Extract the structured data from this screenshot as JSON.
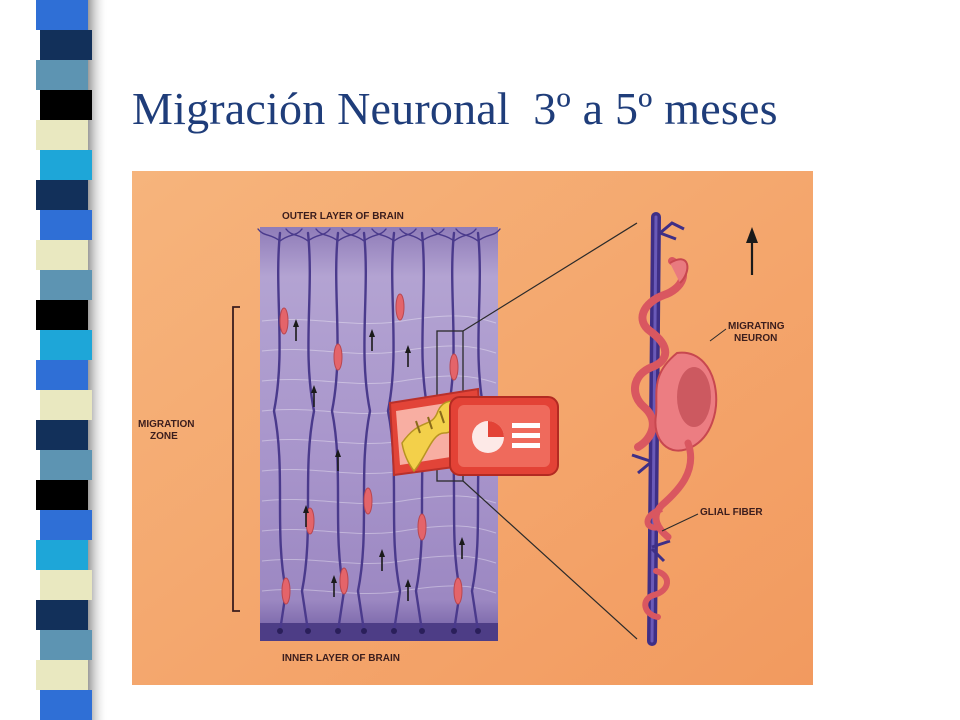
{
  "slide": {
    "title": "Migración Neuronal  3º a 5º meses"
  },
  "figure": {
    "labels": {
      "outer_layer": "OUTER LAYER OF BRAIN",
      "inner_layer": "INNER LAYER OF BRAIN",
      "migration_zone_line1": "MIGRATION",
      "migration_zone_line2": "ZONE",
      "migrating_neuron_line1": "MIGRATING",
      "migrating_neuron_line2": "NEURON",
      "glial_fiber": "GLIAL FIBER"
    },
    "icons": [
      "arrow-up-icon",
      "powerpoint-logo-icon"
    ]
  },
  "colors": {
    "title": "#1f3d7a",
    "figure_background": "#f5a86c",
    "tissue": "#a892c6",
    "fiber": "#4a3a8c",
    "neuron": "#e4646a",
    "stripe_blue": "#2f6fd6",
    "stripe_dark": "#12305a",
    "stripe_cyan": "#1ea6d8",
    "stripe_cream": "#e9e8c0",
    "stripe_black": "#000000",
    "stripe_teal": "#5d94b2"
  }
}
